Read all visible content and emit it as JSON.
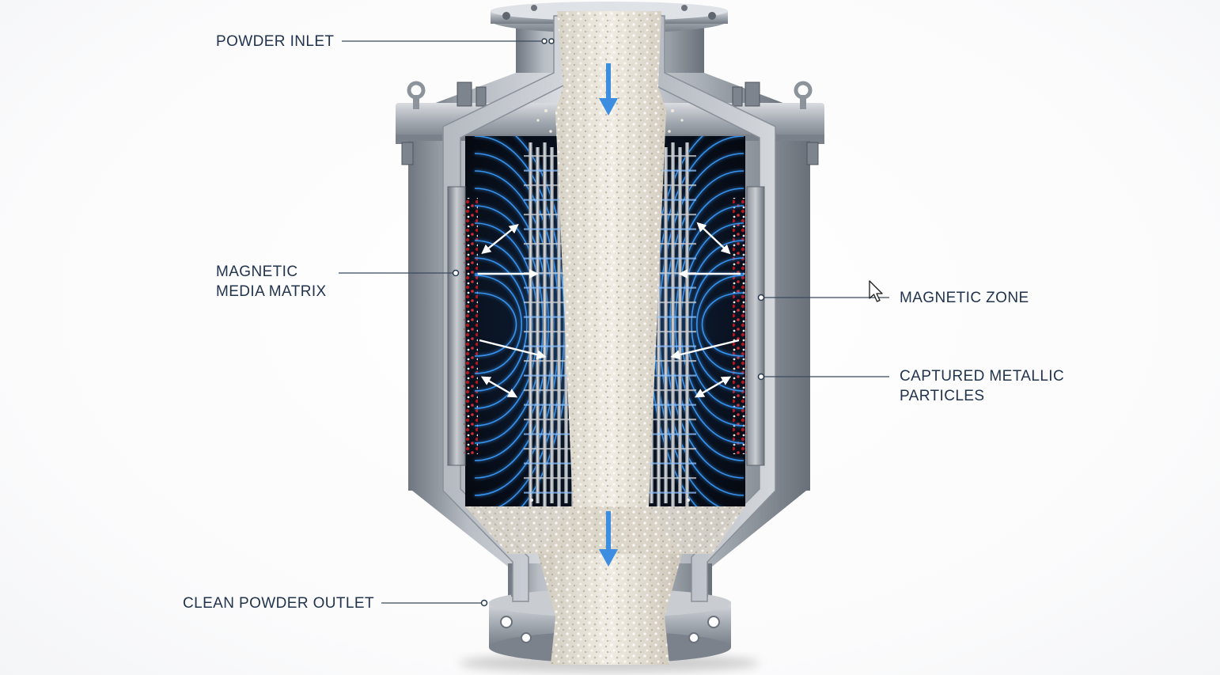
{
  "labels": {
    "powder_inlet": "POWDER INLET",
    "magnetic_media_matrix": [
      "MAGNETIC",
      "MEDIA MATRIX"
    ],
    "magnetic_zone": "MAGNETIC ZONE",
    "captured_metallic_particles": [
      "CAPTURED METALLIC",
      "PARTICLES"
    ],
    "clean_powder_outlet": "CLEAN POWDER OUTLET"
  },
  "colors": {
    "label_text": "#22344d",
    "leader_line": "#3b4a5e",
    "field_lines": "#3a9cff",
    "flow_arrows": "#3d8ee0",
    "captured_particles": "#b3161c",
    "steel": "#9aa0a8",
    "powder": "#e6e1d6"
  },
  "icons": {
    "pointer": "mouse-pointer-icon"
  }
}
